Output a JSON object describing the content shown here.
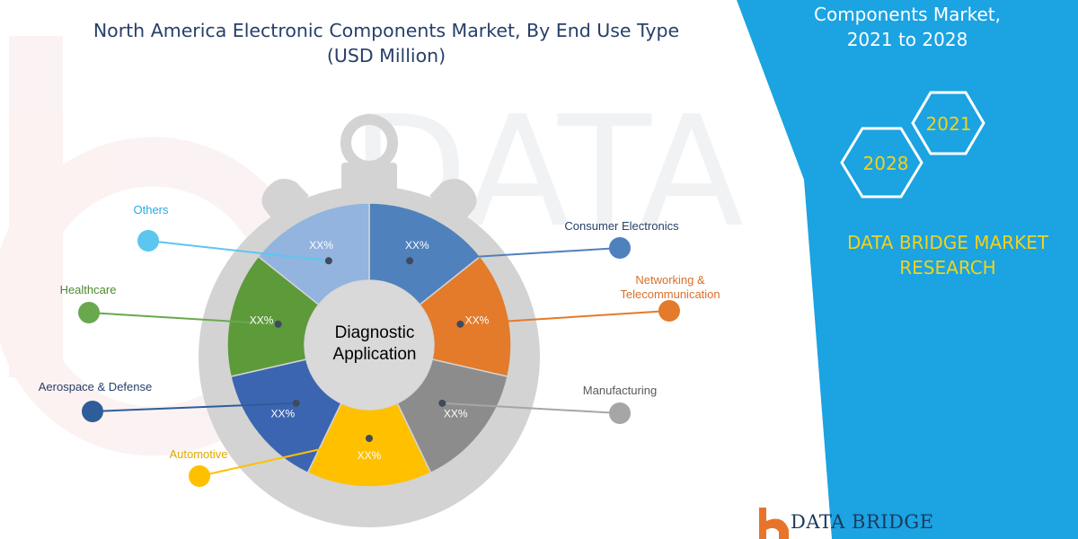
{
  "header": {
    "title_line1": "North America Electronic Components Market, By End Use Type",
    "title_line2": "(USD Million)"
  },
  "side_panel": {
    "title_line1": "Components Market,",
    "title_line2": "2021 to 2028",
    "year_start": "2021",
    "year_end": "2028",
    "brand_line1": "DATA BRIDGE MARKET",
    "brand_line2": "RESEARCH"
  },
  "footer": {
    "brand": "DATA BRIDGE"
  },
  "colors": {
    "panel": "#1ba3e2",
    "title_text": "#27406b",
    "brand_text": "#f2d21b",
    "dial_gray": "#d3d3d3",
    "center_gray": "#d9d9d9"
  },
  "chart_data": {
    "type": "pie",
    "title": "North America Electronic Components Market, By End Use Type (USD Million)",
    "center_label_line1": "Diagnostic",
    "center_label_line2": "Application",
    "values_shown": "XX%",
    "segments": [
      {
        "name": "Consumer Electronics",
        "value_label": "XX%",
        "share": 0.125,
        "color": "#4f81bd"
      },
      {
        "name": "Networking & Telecommunication",
        "value_label": "XX%",
        "share": 0.125,
        "color": "#e37b2a"
      },
      {
        "name": "Manufacturing",
        "value_label": "XX%",
        "share": 0.125,
        "color": "#8c8c8c"
      },
      {
        "name": "Automotive",
        "value_label": "XX%",
        "share": 0.125,
        "color": "#ffc000"
      },
      {
        "name": "Aerospace & Defense",
        "value_label": "XX%",
        "share": 0.125,
        "color": "#3c65b1"
      },
      {
        "name": "Healthcare",
        "value_label": "XX%",
        "share": 0.125,
        "color": "#5d9a3a"
      },
      {
        "name": "Others",
        "value_label": "XX%",
        "share": 0.125,
        "color": "#92b4df"
      }
    ],
    "callouts": [
      {
        "label_line1": "Consumer Electronics",
        "label_line2": "",
        "label_color": "#27406b",
        "marker_color": "#4f81bd",
        "side": "right"
      },
      {
        "label_line1": "Networking &",
        "label_line2": "Telecommunication",
        "label_color": "#d9702a",
        "marker_color": "#e37b2a",
        "side": "right"
      },
      {
        "label_line1": "Manufacturing",
        "label_line2": "",
        "label_color": "#595959",
        "marker_color": "#a6a6a6",
        "side": "right"
      },
      {
        "label_line1": "Automotive",
        "label_line2": "",
        "label_color": "#e0a800",
        "marker_color": "#ffc000",
        "side": "left"
      },
      {
        "label_line1": "Aerospace & Defense",
        "label_line2": "",
        "label_color": "#27406b",
        "marker_color": "#2e5d99",
        "side": "left"
      },
      {
        "label_line1": "Healthcare",
        "label_line2": "",
        "label_color": "#4e8a2e",
        "marker_color": "#6aa84f",
        "side": "left"
      },
      {
        "label_line1": "Others",
        "label_line2": "",
        "label_color": "#2aa9e0",
        "marker_color": "#5cc6f0",
        "side": "left"
      }
    ]
  }
}
